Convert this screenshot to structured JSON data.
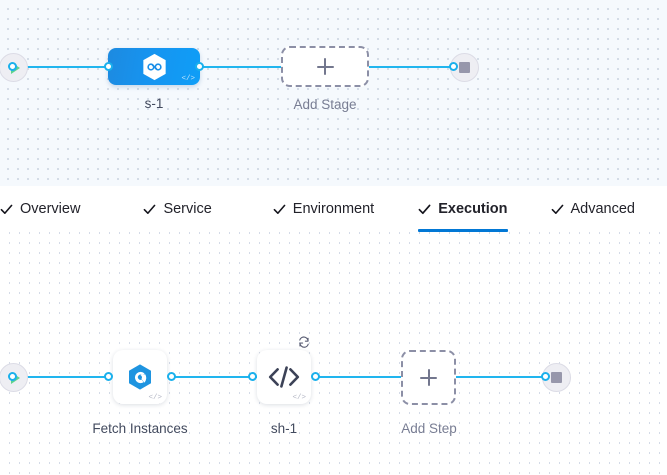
{
  "stage_canvas": {
    "name": "pipeline-stage-canvas",
    "start_node": {
      "icon": "play-icon",
      "label": "Start"
    },
    "end_node": {
      "icon": "stop-icon",
      "label": "End"
    },
    "nodes": [
      {
        "id": "stage-1",
        "label": "s-1",
        "type": "stage",
        "icon": "harness-hexagon-icon",
        "badge": "</>",
        "color": "#1694f0"
      },
      {
        "id": "add-stage",
        "label": "Add Stage",
        "type": "add-placeholder",
        "icon": "plus-icon"
      }
    ]
  },
  "tabs": {
    "name": "stage-config-tabs",
    "items": [
      {
        "label": "Overview",
        "checked": true,
        "active": false
      },
      {
        "label": "Service",
        "checked": true,
        "active": false
      },
      {
        "label": "Environment",
        "checked": true,
        "active": false
      },
      {
        "label": "Execution",
        "checked": true,
        "active": true
      },
      {
        "label": "Advanced",
        "checked": true,
        "active": false
      }
    ],
    "active_accent": "#0278d5"
  },
  "step_canvas": {
    "name": "execution-step-canvas",
    "start_node": {
      "icon": "play-icon",
      "label": "Start"
    },
    "end_node": {
      "icon": "stop-icon",
      "label": "End"
    },
    "nodes": [
      {
        "id": "fetch-instances",
        "label": "Fetch Instances",
        "type": "step",
        "icon": "azure-hexagon-icon",
        "badge": "</>"
      },
      {
        "id": "sh-1",
        "label": "sh-1",
        "type": "step",
        "icon": "code-brackets-icon",
        "badge": "</>",
        "loop_badge": "looping-strategy-icon"
      },
      {
        "id": "add-step",
        "label": "Add Step",
        "type": "add-placeholder",
        "icon": "plus-icon"
      }
    ]
  }
}
